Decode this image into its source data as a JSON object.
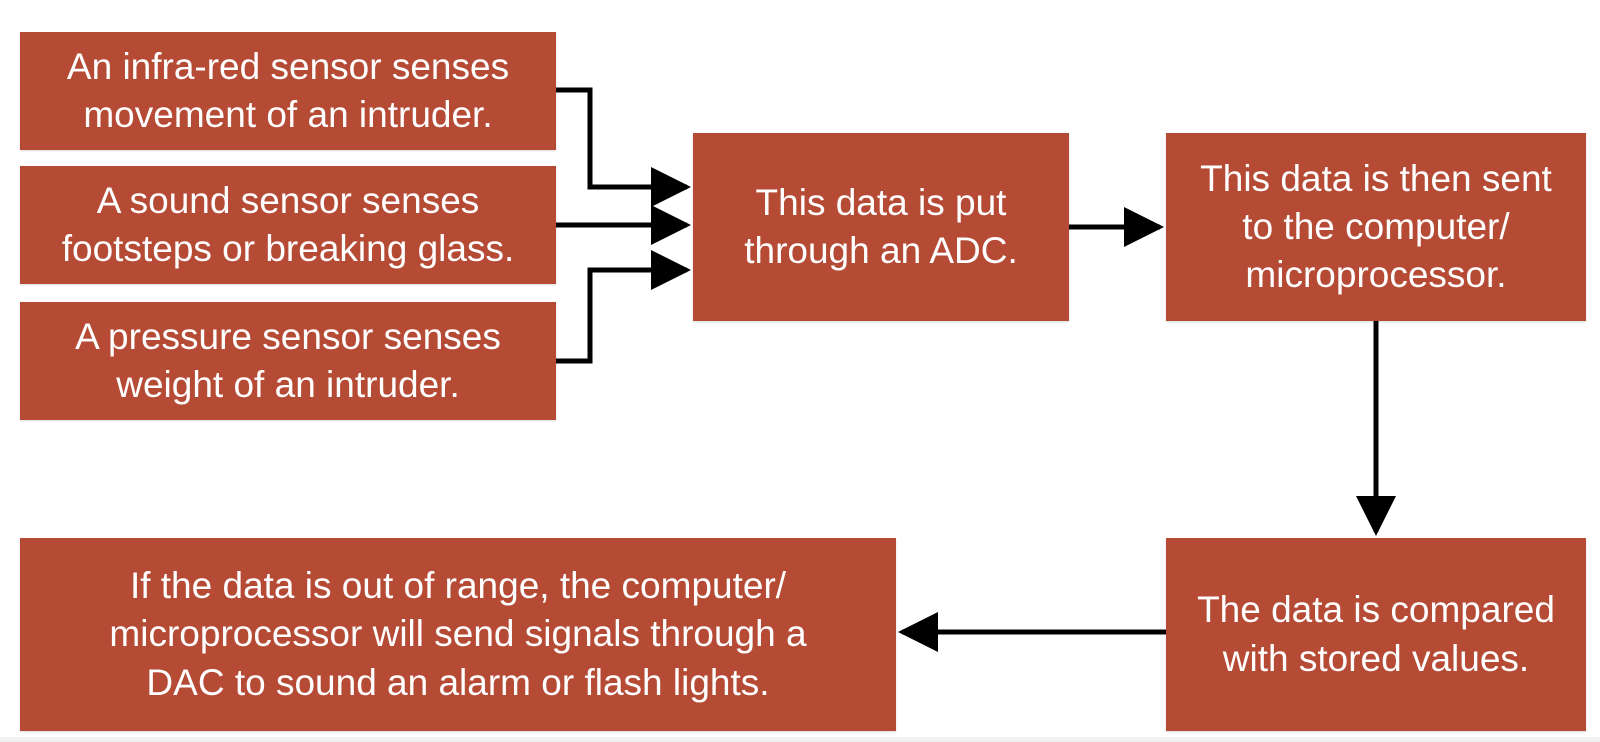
{
  "colors": {
    "box_fill": "#b54a35",
    "box_text": "#ffffff",
    "arrow": "#000000",
    "background": "#ffffff"
  },
  "boxes": {
    "infrared": "An infra-red sensor senses\nmovement of an intruder.",
    "sound": "A sound sensor senses\nfootsteps or breaking glass.",
    "pressure": "A pressure sensor senses\nweight of an intruder.",
    "adc": "This data is put\nthrough an ADC.",
    "send": "This data is then sent\nto the computer/\nmicroprocessor.",
    "compare": "The data is compared\nwith stored values.",
    "alarm": "If the data is out of range, the computer/\nmicroprocessor will send signals through a\nDAC to sound an alarm or flash lights."
  }
}
